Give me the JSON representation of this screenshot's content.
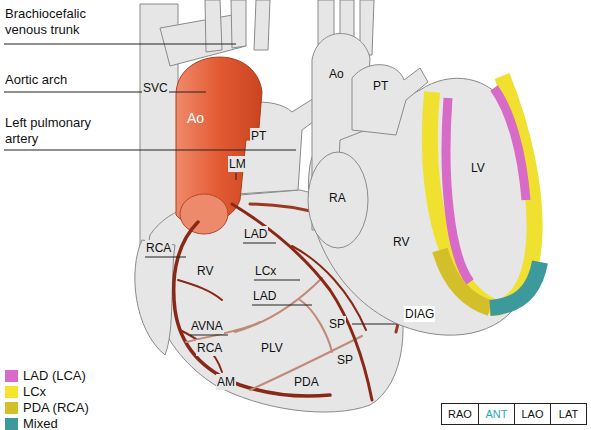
{
  "diagram": {
    "nodes": [
      {
        "text": [
          "RAO"
        ]
      },
      {
        "text": [
          "ANT"
        ]
      },
      {
        "text": [
          "LAO"
        ]
      },
      {
        "text": [
          "LAT"
        ]
      }
    ],
    "labels": [
      "Brachiocefalic venous trunk",
      "Aortic arch",
      "Left pulmonary artery",
      "SVC",
      "Ao",
      "PT",
      "LM",
      "RCA",
      "LAD",
      "RV",
      "LCx",
      "LAD",
      "DIAG",
      "SP",
      "SP",
      "AVNA",
      "RCA",
      "PLV",
      "AM",
      "PDA",
      "Ao",
      "PT",
      "RA",
      "LV",
      "RV"
    ],
    "legend": [
      {
        "text": "LAD (LCA)",
        "color": "#d86ac8"
      },
      {
        "text": "LCx",
        "color": "#f6e42a"
      },
      {
        "text": "PDA (RCA)",
        "color": "#d2bf2a"
      },
      {
        "text": "Mixed",
        "color": "#3d9a9c"
      }
    ]
  }
}
